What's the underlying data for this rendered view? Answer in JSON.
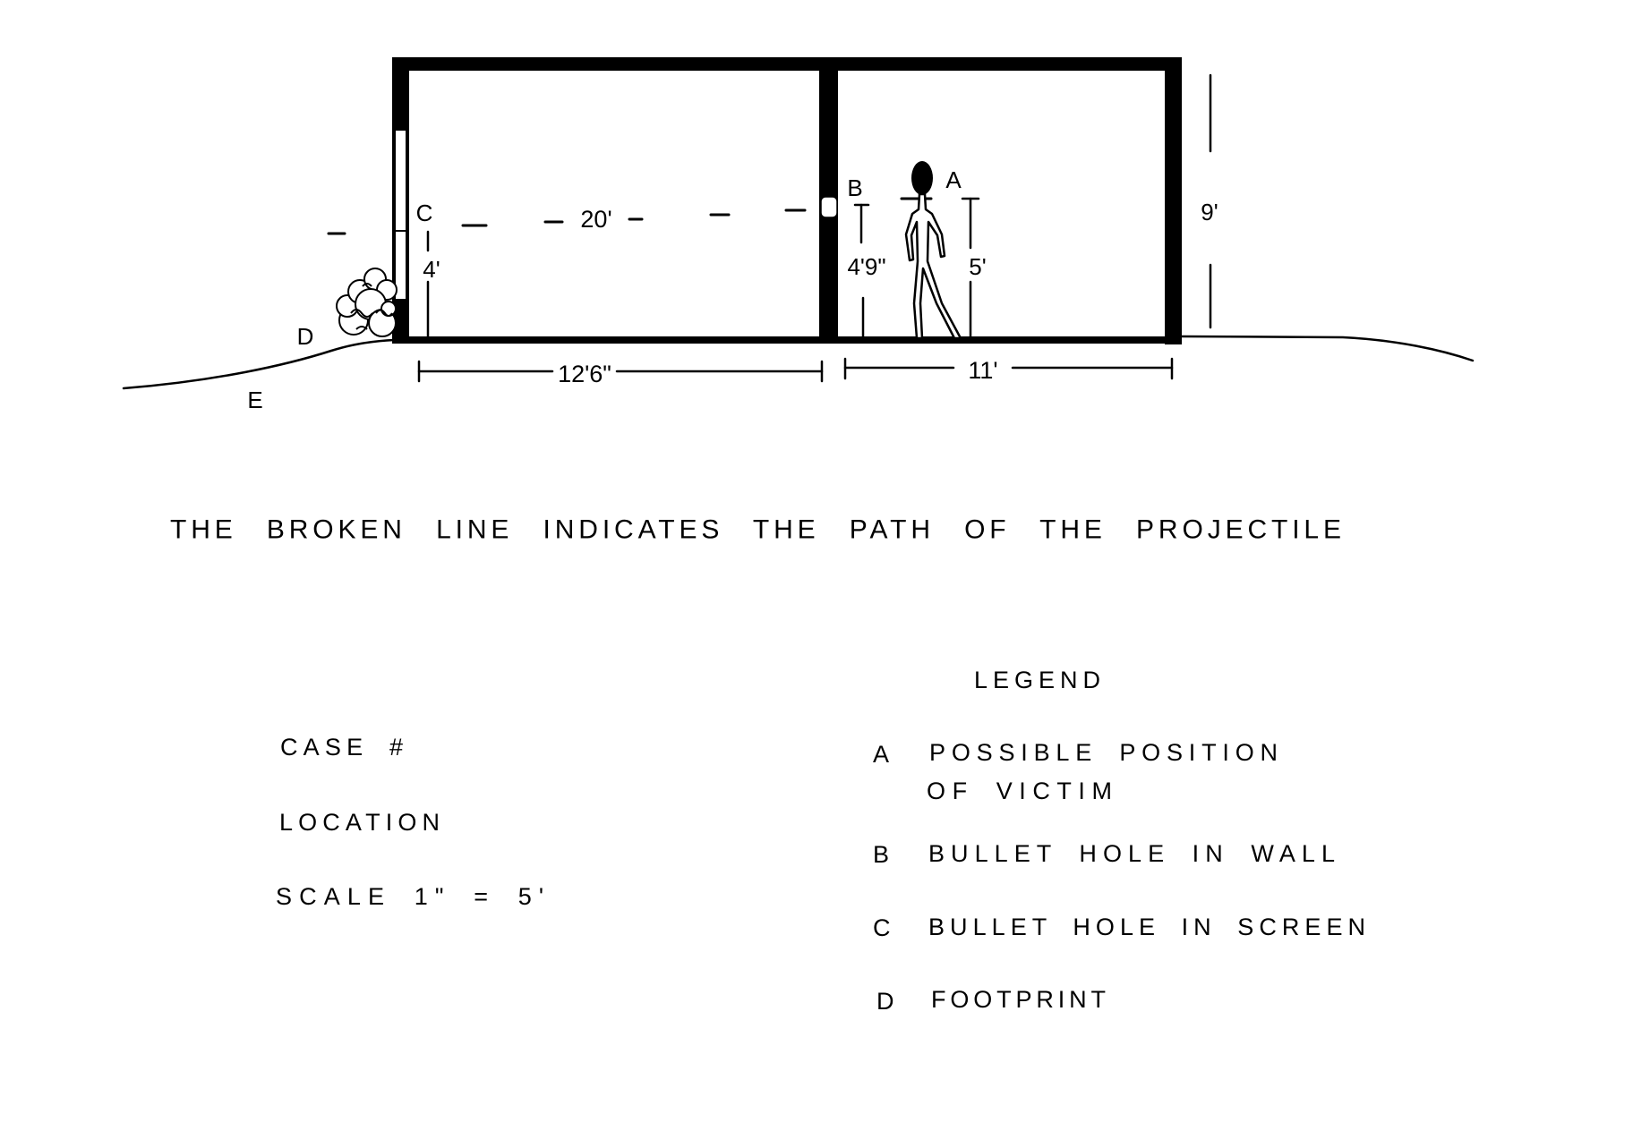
{
  "colors": {
    "ink": "#000000",
    "paper": "#ffffff"
  },
  "diagram": {
    "labels": {
      "point_a": "A",
      "point_b": "B",
      "point_c": "C",
      "point_d": "D",
      "point_e": "E",
      "screen_to_wall": "20'",
      "height_c": "4'",
      "height_b": "4'9\"",
      "height_a": "5'",
      "wall_height": "9'",
      "left_room_width": "12'6\"",
      "right_room_width": "11'"
    }
  },
  "caption": "THE BROKEN LINE INDICATES THE PATH OF THE PROJECTILE",
  "case_info": {
    "case_label": "CASE #",
    "location_label": "LOCATION",
    "scale_label": "SCALE 1\" = 5'"
  },
  "legend": {
    "title": "LEGEND",
    "items": [
      {
        "key": "A",
        "lines": [
          "POSSIBLE POSITION",
          "OF VICTIM"
        ]
      },
      {
        "key": "B",
        "lines": [
          "BULLET HOLE IN WALL"
        ]
      },
      {
        "key": "C",
        "lines": [
          "BULLET HOLE IN SCREEN"
        ]
      },
      {
        "key": "D",
        "lines": [
          "FOOTPRINT"
        ]
      }
    ]
  }
}
